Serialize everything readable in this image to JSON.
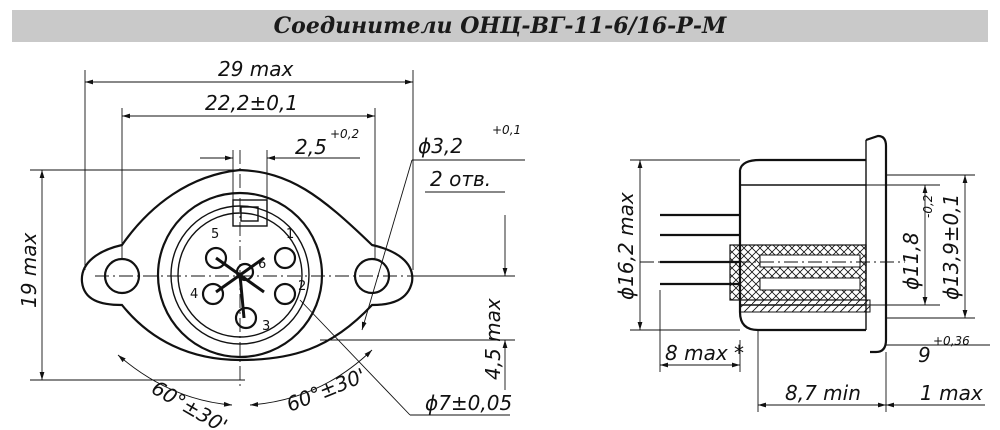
{
  "title": "Соединители ОНЦ-ВГ-11-6/16-Р-М",
  "front_view": {
    "overall_width": "29 max",
    "hole_spacing": "22,2±0,1",
    "key_width": "2,5",
    "key_width_tol": "+0,2",
    "hole_diameter": "ϕ3,2",
    "hole_diameter_tol": "+0,1",
    "hole_count": "2 отв.",
    "overall_height": "19 max",
    "offset": "4,5 max",
    "angle_left": "60°±30'",
    "angle_right": "60°±30'",
    "pitch_circle": "ϕ7±0,05",
    "pins": [
      "1",
      "2",
      "3",
      "4",
      "5",
      "6"
    ]
  },
  "side_view": {
    "body_diameter": "ϕ16,2 max",
    "inner_diameter": "ϕ11,8",
    "inner_diameter_tol": "-0,2",
    "flange_diameter": "ϕ13,9±0,1",
    "pin_length": "8 max *",
    "mount_depth": "8,7 min",
    "flange_thickness": "1 max",
    "gap": "9",
    "gap_tol": "+0,36"
  }
}
